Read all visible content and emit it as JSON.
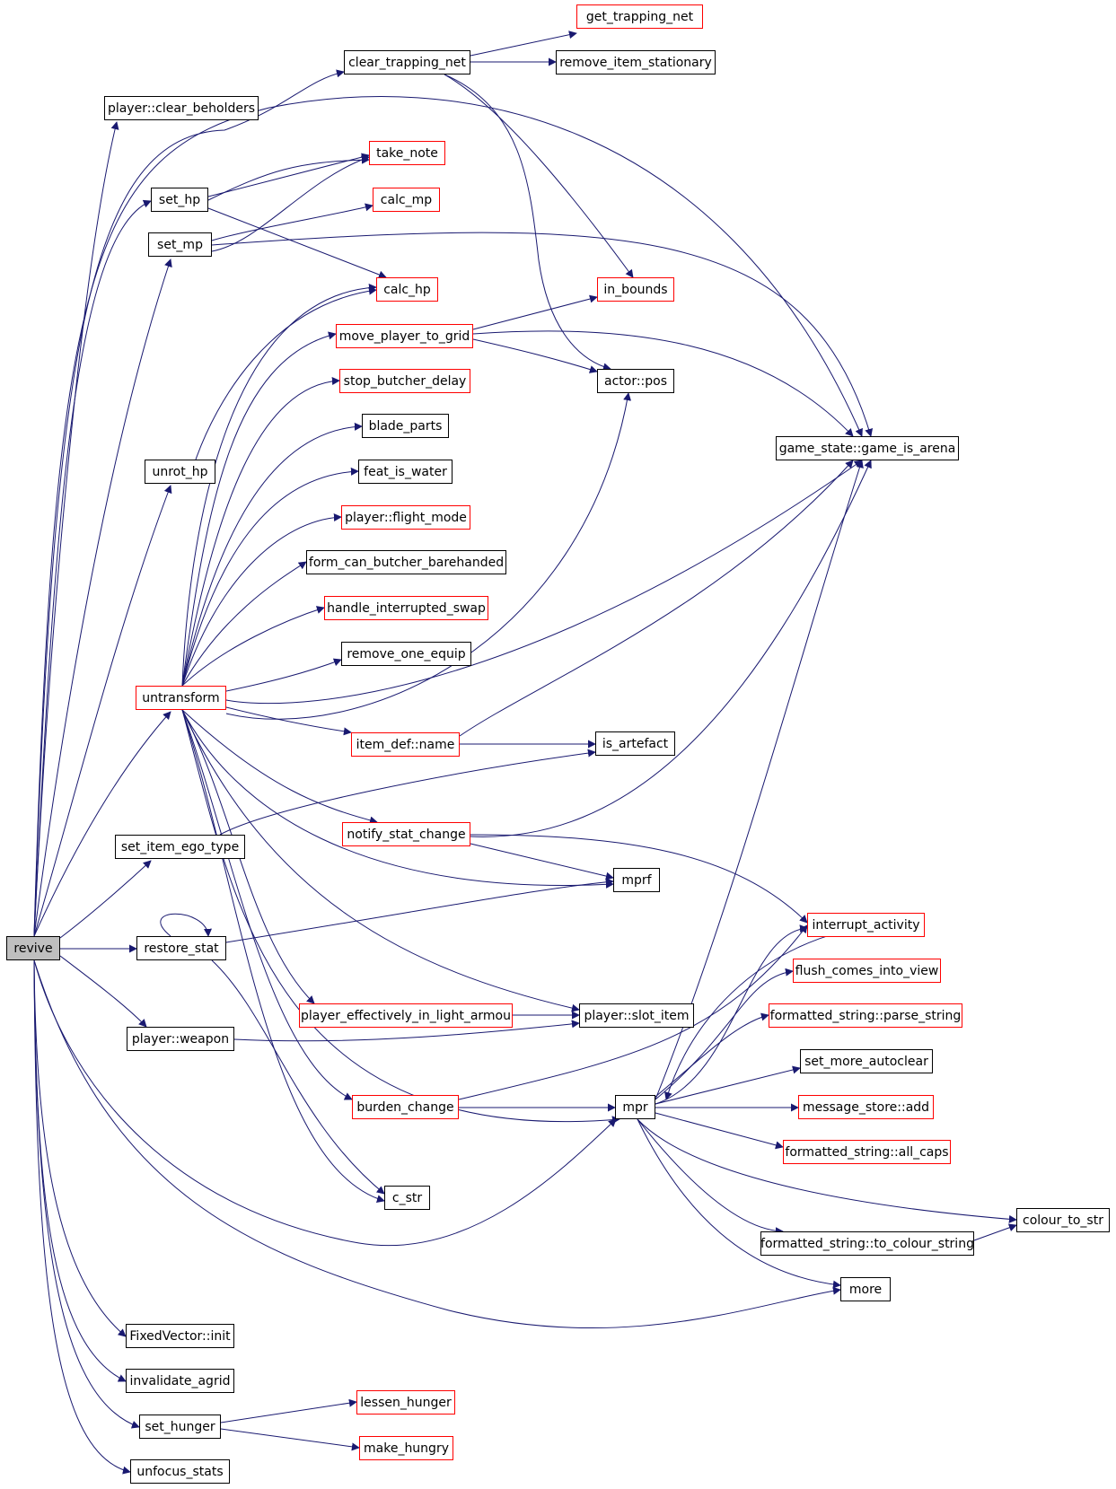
{
  "colors": {
    "edge": "#191970",
    "node_border": "#000000",
    "trimmed_node_border": "#ff0000",
    "root_fill": "#bfbfbf"
  },
  "nodes": {
    "revive": "revive",
    "get_trapping_net": "get_trapping_net",
    "clear_trapping_net": "clear_trapping_net",
    "remove_item_stationary": "remove_item_stationary",
    "player_clear_beholders": "player::clear_beholders",
    "take_note": "take_note",
    "set_hp": "set_hp",
    "calc_mp": "calc_mp",
    "set_mp": "set_mp",
    "calc_hp": "calc_hp",
    "in_bounds": "in_bounds",
    "move_player_to_grid": "move_player_to_grid",
    "stop_butcher_delay": "stop_butcher_delay",
    "actor_pos": "actor::pos",
    "blade_parts": "blade_parts",
    "game_is_arena": "game_state::game_is_arena",
    "unrot_hp": "unrot_hp",
    "feat_is_water": "feat_is_water",
    "flight_mode": "player::flight_mode",
    "form_can_butcher": "form_can_butcher_barehanded",
    "handle_interrupted_swap": "handle_interrupted_swap",
    "remove_one_equip": "remove_one_equip",
    "untransform": "untransform",
    "item_def_name": "item_def::name",
    "is_artefact": "is_artefact",
    "notify_stat_change": "notify_stat_change",
    "set_item_ego_type": "set_item_ego_type",
    "mprf": "mprf",
    "interrupt_activity": "interrupt_activity",
    "restore_stat": "restore_stat",
    "flush_comes_into_view": "flush_comes_into_view",
    "player_eff_light_armour": "player_effectively_in_light_armou",
    "slot_item": "player::slot_item",
    "parse_string": "formatted_string::parse_string",
    "player_weapon": "player::weapon",
    "set_more_autoclear": "set_more_autoclear",
    "burden_change": "burden_change",
    "mpr": "mpr",
    "message_store_add": "message_store::add",
    "all_caps": "formatted_string::all_caps",
    "c_str": "c_str",
    "colour_to_str": "colour_to_str",
    "to_colour_string": "formatted_string::to_colour_string",
    "more": "more",
    "fixedvector_init": "FixedVector::init",
    "invalidate_agrid": "invalidate_agrid",
    "lessen_hunger": "lessen_hunger",
    "set_hunger": "set_hunger",
    "make_hungry": "make_hungry",
    "unfocus_stats": "unfocus_stats"
  }
}
